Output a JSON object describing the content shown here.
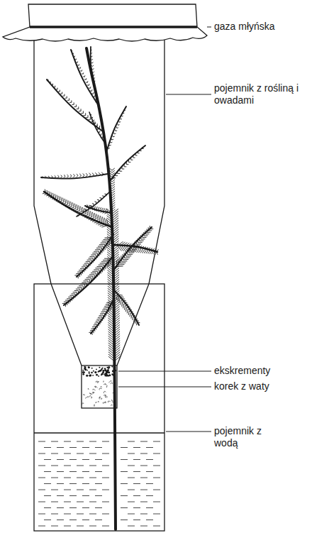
{
  "diagram": {
    "labels": [
      "gaza młyńska",
      "pojemnik z rośliną i owadami",
      "ekskrementy",
      "korek z waty",
      "pojemnik z wodą"
    ]
  }
}
